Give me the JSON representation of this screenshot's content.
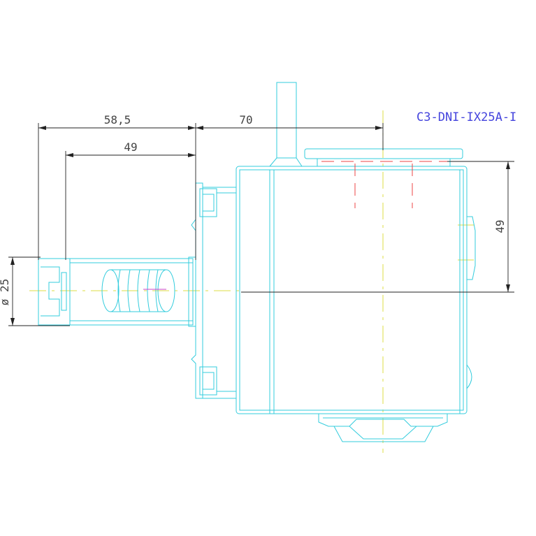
{
  "drawing": {
    "title_code": "C3-DNI-IX25A-I",
    "dimensions": {
      "overall_length": "58,5",
      "shank_length": "49",
      "center_offset": "70",
      "height": "49",
      "diameter": "ø 25"
    }
  },
  "colors": {
    "outline": "#33ccdd",
    "dimension": "#222222",
    "centerline": "#dddd44",
    "hidden": "#ee4444",
    "title": "#4444dd"
  }
}
